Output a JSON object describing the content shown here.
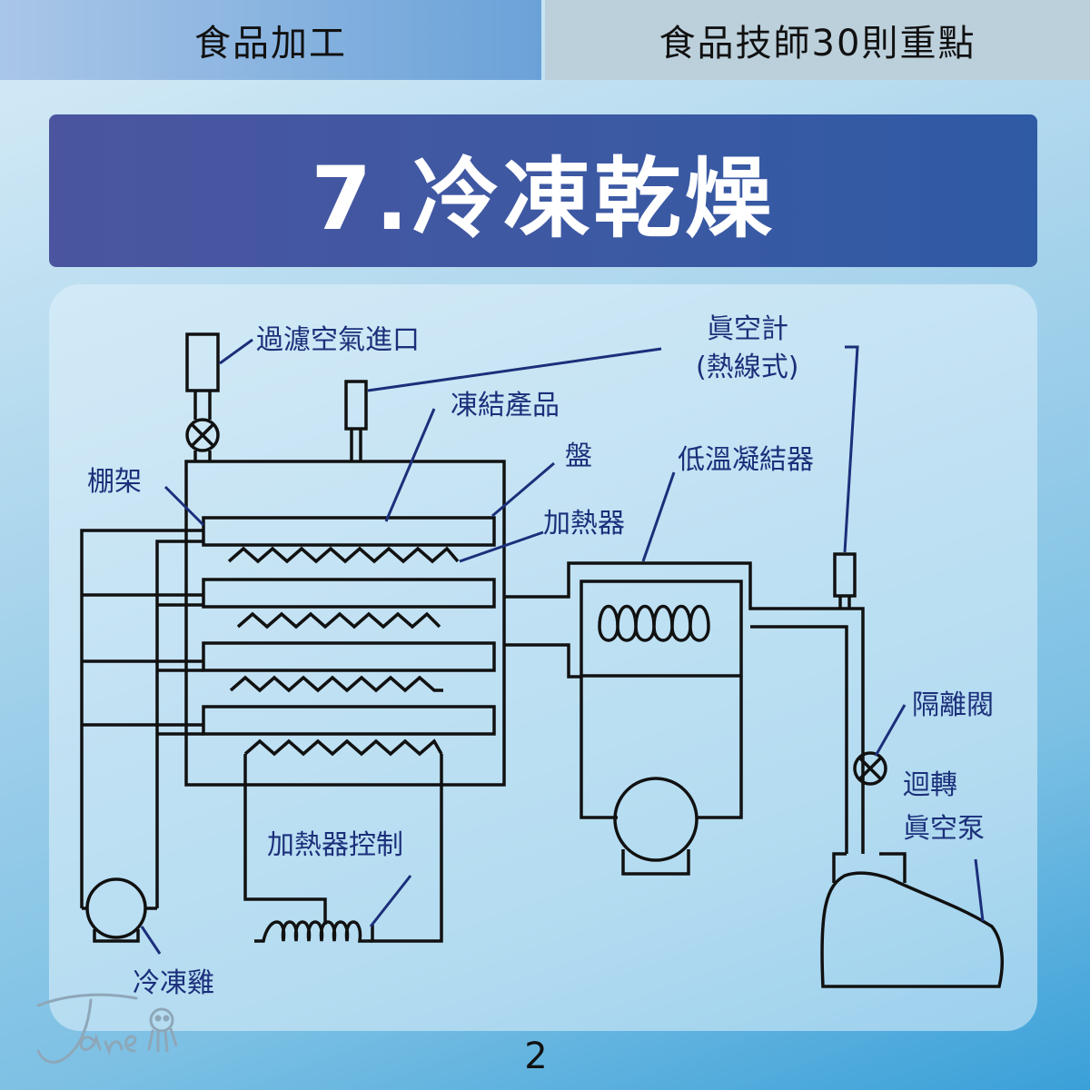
{
  "header": {
    "left_tab": "食品加工",
    "right_tab": "食品技師30則重點"
  },
  "title": "7.冷凍乾燥",
  "labels": {
    "filter_air_inlet": "過濾空氣進口",
    "vacuum_gauge_line1": "眞空計",
    "vacuum_gauge_line2": "(熱線式)",
    "frozen_product": "凍結產品",
    "tray": "盤",
    "shelf": "棚架",
    "heater": "加熱器",
    "low_temp_condenser": "低溫凝結器",
    "isolation_valve": "隔離閥",
    "rotary_pump_line1": "迴轉",
    "rotary_pump_line2": "眞空泵",
    "heater_control": "加熱器控制",
    "refrigerator": "冷凍雞"
  },
  "signature": "Jane",
  "page_number": "2",
  "colors": {
    "line": "#111111",
    "label": "#1b2f7a",
    "title_bar": "#3b59a3"
  }
}
